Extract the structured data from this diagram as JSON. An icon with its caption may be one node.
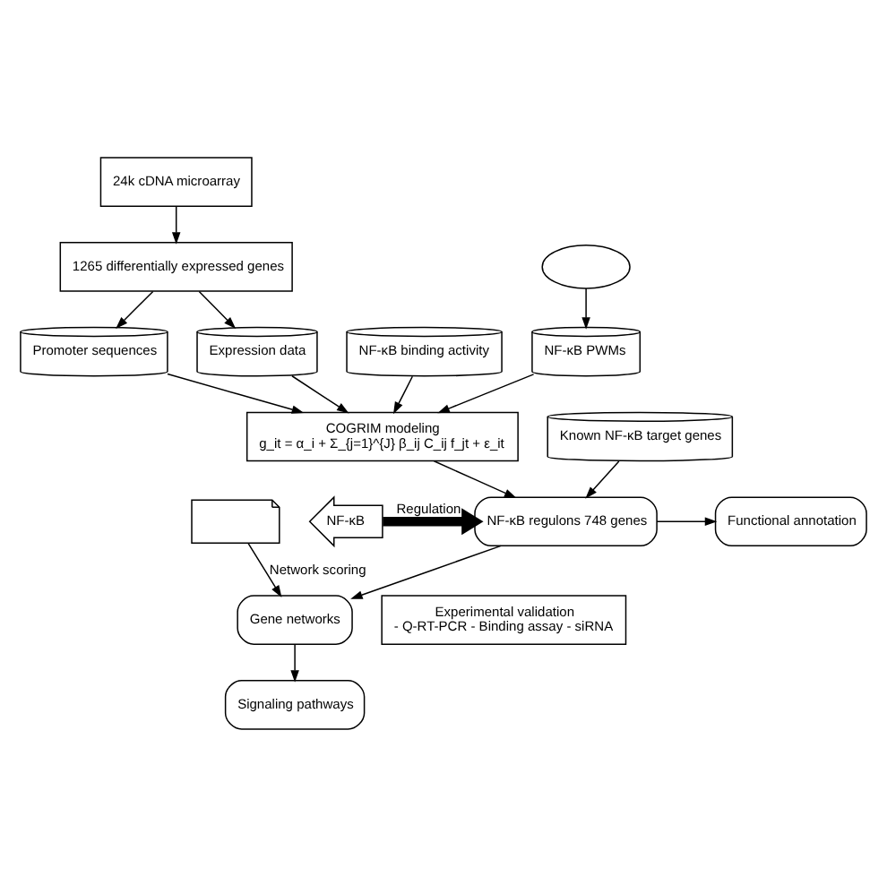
{
  "diagram": {
    "nodes": [
      {
        "text": [
          "24k cDNA microarray"
        ]
      },
      {
        "text": [
          "1265 differentially expressed genes"
        ]
      },
      {
        "text": [],
        "shape": "ellipse"
      },
      {
        "text": [
          "Expression data"
        ]
      },
      {
        "text": [
          "Promoter sequences"
        ]
      },
      {
        "text": [
          "NF-κB binding activity"
        ]
      },
      {
        "text": [
          "NF-κB PWMs"
        ]
      },
      {
        "text": [
          "COGRIM modeling",
          "g_it = α_i + Σ_{j=1}^{J} β_ij C_ij f_jt + ε_it"
        ]
      },
      {
        "text": [
          "Known NF-κB target genes"
        ]
      },
      {
        "text": [
          "NF-κB regulons 748 genes"
        ]
      },
      {
        "text": [
          "Functional annotation"
        ]
      },
      {
        "text": [
          "NF-κB"
        ]
      },
      {
        "text": [],
        "shape": "document"
      },
      {
        "text": [
          "Gene networks"
        ]
      },
      {
        "text": [
          "Signaling pathways"
        ]
      },
      {
        "text": [
          "Experimental validation",
          "- Q-RT-PCR - Binding assay - siRNA"
        ]
      }
    ],
    "edges": [
      {
        "from": 0,
        "to": 1,
        "arrow": "to"
      },
      {
        "from": 1,
        "to": 3,
        "arrow": "to"
      },
      {
        "from": 1,
        "to": 4,
        "arrow": "to"
      },
      {
        "from": 2,
        "to": 6,
        "arrow": "to"
      },
      {
        "from": 3,
        "to": 7,
        "arrow": "to"
      },
      {
        "from": 4,
        "to": 7,
        "arrow": "to"
      },
      {
        "from": 5,
        "to": 7,
        "arrow": "to"
      },
      {
        "from": 6,
        "to": 7,
        "arrow": "to"
      },
      {
        "from": 7,
        "to": 9,
        "arrow": "to"
      },
      {
        "from": 8,
        "to": 9,
        "arrow": "to"
      },
      {
        "from": 9,
        "to": 10,
        "arrow": "to"
      },
      {
        "from": 11,
        "to": 9,
        "arrow": "to",
        "label": "Regulation",
        "style": "thick"
      },
      {
        "from": 12,
        "to": 13,
        "arrow": "to",
        "label": "Network scoring"
      },
      {
        "from": 9,
        "to": 13,
        "arrow": "to"
      },
      {
        "from": 13,
        "to": 14,
        "arrow": "to"
      }
    ]
  }
}
